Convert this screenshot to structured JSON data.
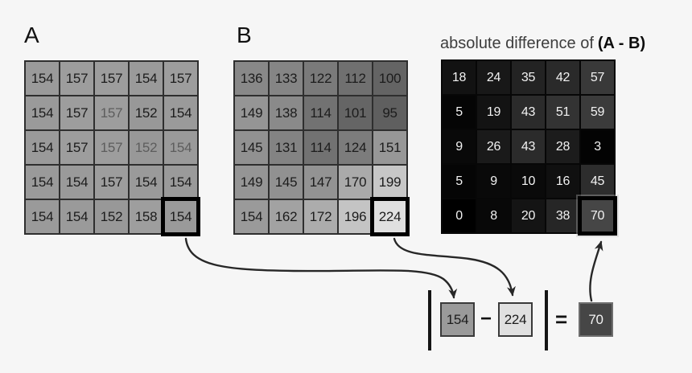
{
  "page": {
    "background": "#f6f6f6",
    "grid_line_color": "#2e2e2e",
    "diff_grid_line_color": "#070707",
    "highlight_color": "#000000",
    "arrow_color": "#272727"
  },
  "title": {
    "regular": "absolute difference of",
    "bold": "(A - B)"
  },
  "matrices": [
    {
      "id": "a",
      "label": "A",
      "text": "dark",
      "highlight_last": true,
      "muted_cells": [
        [
          1,
          2
        ],
        [
          2,
          2
        ],
        [
          2,
          3
        ],
        [
          2,
          4
        ]
      ],
      "values": [
        [
          154,
          157,
          157,
          154,
          157
        ],
        [
          154,
          157,
          157,
          152,
          154
        ],
        [
          154,
          157,
          157,
          152,
          154
        ],
        [
          154,
          154,
          157,
          154,
          154
        ],
        [
          154,
          154,
          152,
          158,
          154
        ]
      ]
    },
    {
      "id": "b",
      "label": "B",
      "text": "dark",
      "highlight_last": true,
      "muted_cells": [],
      "values": [
        [
          136,
          133,
          122,
          112,
          100
        ],
        [
          149,
          138,
          114,
          101,
          95
        ],
        [
          145,
          131,
          114,
          124,
          151
        ],
        [
          149,
          145,
          147,
          170,
          199
        ],
        [
          154,
          162,
          172,
          196,
          224
        ]
      ]
    },
    {
      "id": "diff",
      "label": "",
      "text": "light",
      "highlight_last": true,
      "muted_cells": [],
      "values": [
        [
          18,
          24,
          35,
          42,
          57
        ],
        [
          5,
          19,
          43,
          51,
          59
        ],
        [
          9,
          26,
          43,
          28,
          3
        ],
        [
          5,
          9,
          10,
          16,
          45
        ],
        [
          0,
          8,
          20,
          38,
          70
        ]
      ]
    }
  ],
  "formula": {
    "minuend": "154",
    "operator": "−",
    "subtrahend": "224",
    "equals_sign": "=",
    "result": "70"
  }
}
